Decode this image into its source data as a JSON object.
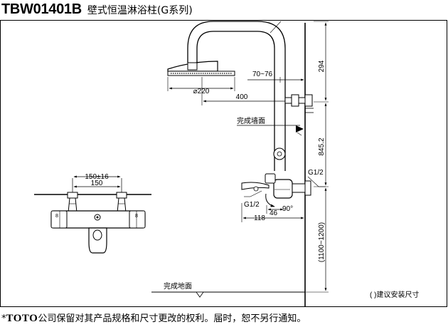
{
  "header": {
    "model": "TBW01401B",
    "product_name": "壁式恒温淋浴柱(G系列)"
  },
  "front_view": {
    "dim_outer": "150±16",
    "dim_inner": "150"
  },
  "side_view": {
    "head_diameter": "⌀220",
    "arm_length": "400",
    "arm_offset": "70~76",
    "top_height": "294",
    "mid_height": "845.2",
    "install_height": "(1100~1200)",
    "inlet_thread_right": "G1/2",
    "inlet_thread_left": "G1/2",
    "spout_offset": "46",
    "spout_depth": "118",
    "angle": "90°",
    "finished_wall": "完成墙面",
    "finished_floor": "完成地面",
    "install_note": "(   )建议安装尺寸"
  },
  "footer": {
    "bullet": "*",
    "brand": "TOTO",
    "notice": "公司保留对其产品规格和尺寸更改的权利。届时，恕不另行通知。"
  }
}
